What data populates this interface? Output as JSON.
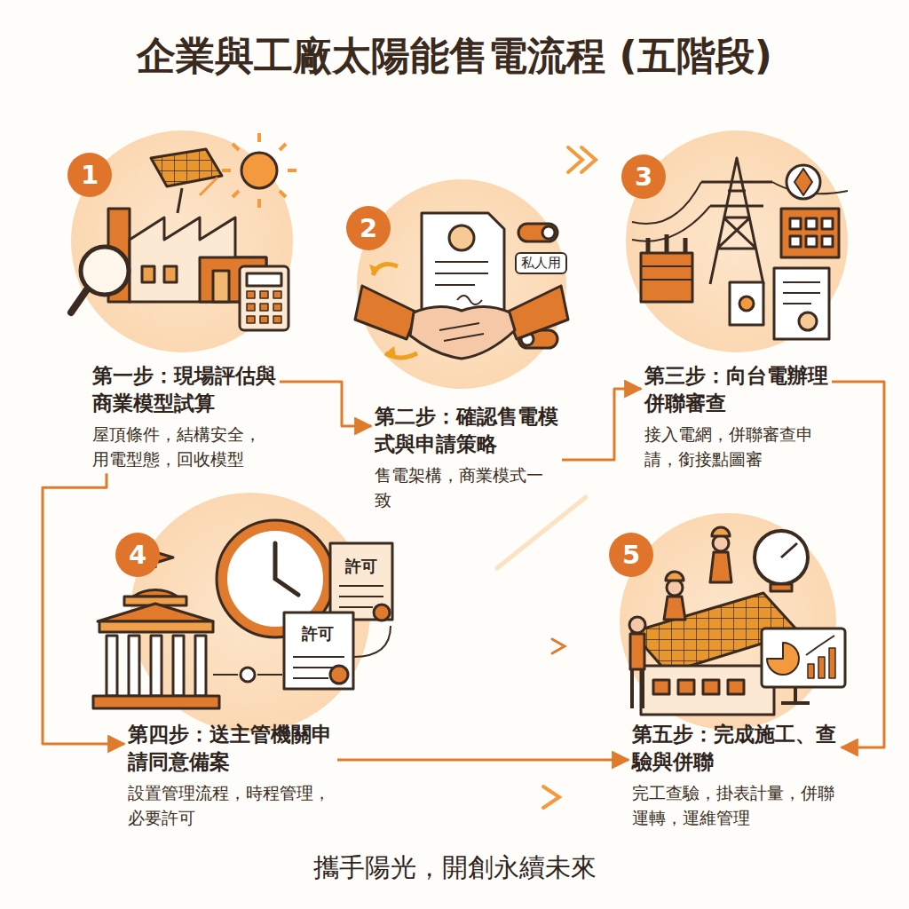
{
  "diagram": {
    "title": "企業與工廠太陽能售電流程 (五階段)",
    "caption": "攜手陽光，開創永續未來",
    "nodes": [
      {
        "text": [
          "第一步：現場評估與商業模型試算",
          "屋頂條件，結構安全，用電型態，回收模型"
        ]
      },
      {
        "text": [
          "第二步：確認售電模式與申請策略",
          "售電架構，商業模式一致"
        ]
      },
      {
        "text": [
          "第三步：向台電辦理併聯審查",
          "接入電網，併聯審查申請，銜接點圖審"
        ]
      },
      {
        "text": [
          "第四步：送主管機關申請同意備案",
          "設置管理流程，時程管理，必要許可"
        ]
      },
      {
        "text": [
          "第五步：完成施工、查驗與併聯",
          "完工查驗，掛表計量，併聯運轉，運維管理"
        ]
      }
    ],
    "edges": [
      {
        "from": 0,
        "to": 1,
        "arrow": "to"
      },
      {
        "from": 0,
        "to": 3,
        "arrow": "to"
      },
      {
        "from": 1,
        "to": 2,
        "arrow": "to"
      },
      {
        "from": 2,
        "to": 4,
        "arrow": "to"
      },
      {
        "from": 3,
        "to": 4,
        "arrow": "to"
      }
    ],
    "labels": [
      "1",
      "2",
      "私人用",
      "3",
      "4",
      "許可",
      "許可",
      "5"
    ]
  }
}
